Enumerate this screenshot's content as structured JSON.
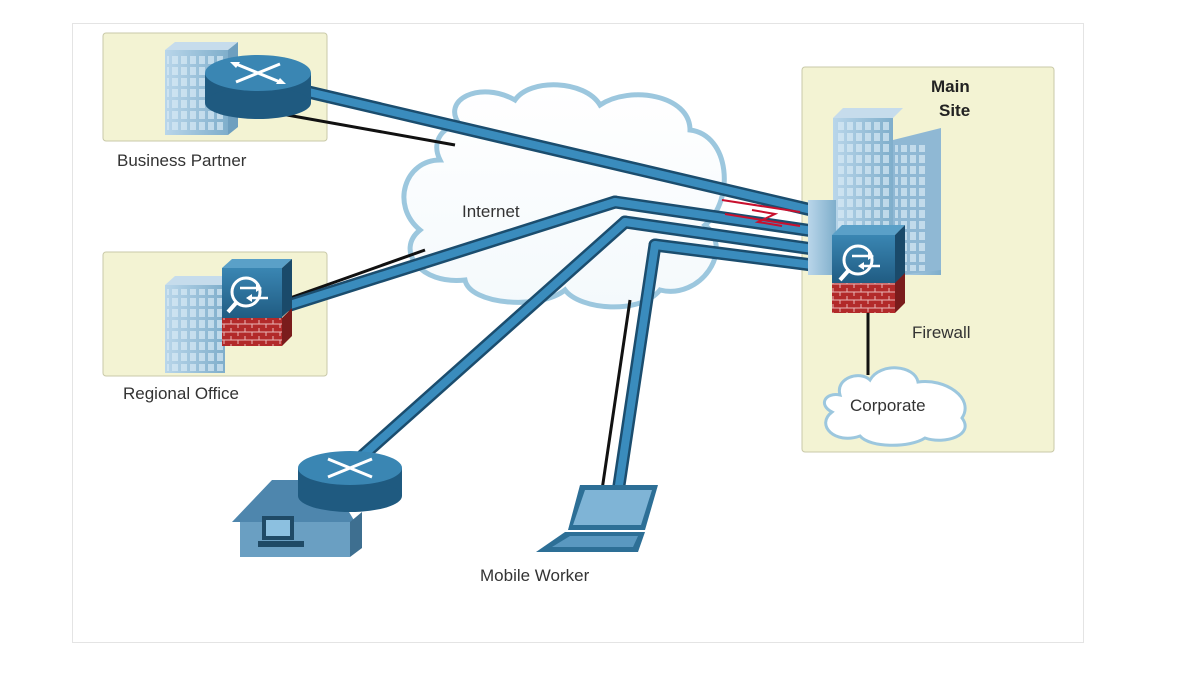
{
  "labels": {
    "business_partner": "Business Partner",
    "regional_office": "Regional Office",
    "internet": "Internet",
    "main_site_line1": "Main",
    "main_site_line2": "Site",
    "firewall": "Firewall",
    "corporate": "Corporate",
    "mobile_worker": "Mobile Worker"
  },
  "colors": {
    "site_panel": "#f3f3d3",
    "tunnel": "#2f7aa6",
    "tunnel_edge": "#1b4d6e",
    "device": "#2d6f96",
    "cloud_stroke": "#9cc7de",
    "brick": "#b02a2a",
    "building": "#9ec3dd",
    "vpn_zigzag": "#c8102e"
  },
  "icons": [
    "router-icon",
    "firewall-icon",
    "building-icon",
    "cloud-icon",
    "laptop-icon",
    "home-office-icon"
  ]
}
